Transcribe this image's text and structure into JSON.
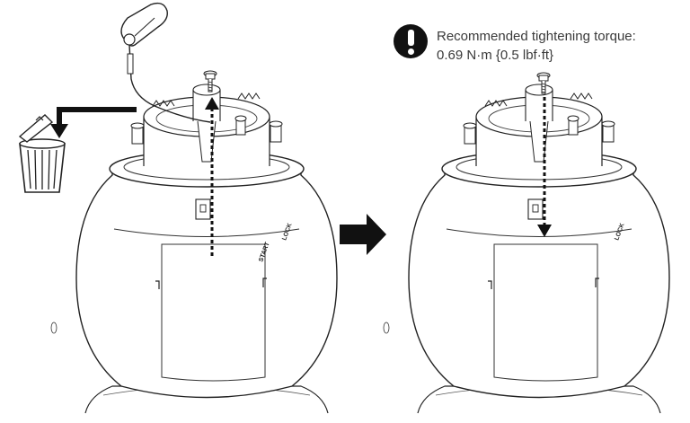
{
  "torque_note": {
    "line1": "Recommended tightening torque:",
    "line2": "0.69 N·m {0.5 lbf·ft}"
  },
  "camera_labels": {
    "lock": "LOCK",
    "start": "START"
  },
  "icons": [
    "caution-icon",
    "carabiner-icon",
    "trash-can-icon",
    "right-arrow-icon",
    "screw-icon"
  ],
  "colors": {
    "line": "#222222",
    "fill": "#ffffff",
    "caution": "#111111"
  }
}
